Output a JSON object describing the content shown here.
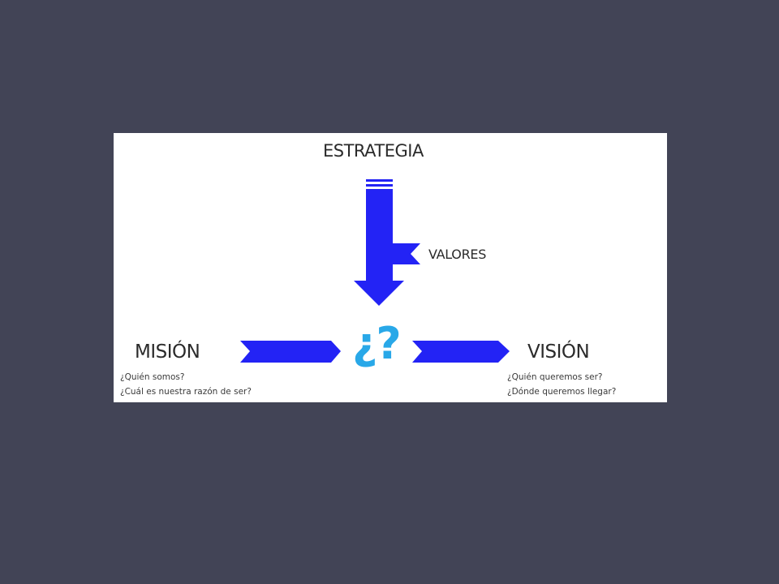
{
  "diagram": {
    "title": "ESTRATEGIA",
    "side_label": "VALORES",
    "center_symbol": "¿?",
    "left": {
      "label": "MISIÓN",
      "questions": [
        "¿Quién somos?",
        "¿Cuál es nuestra razón de ser?"
      ]
    },
    "right": {
      "label": "VISIÓN",
      "questions": [
        "¿Quién queremos ser?",
        "¿Dónde queremos llegar?"
      ]
    }
  },
  "colors": {
    "arrow": "#2323f5",
    "question": "#29a8e8",
    "panel_background": "#ffffff",
    "page_background": "#424456"
  }
}
